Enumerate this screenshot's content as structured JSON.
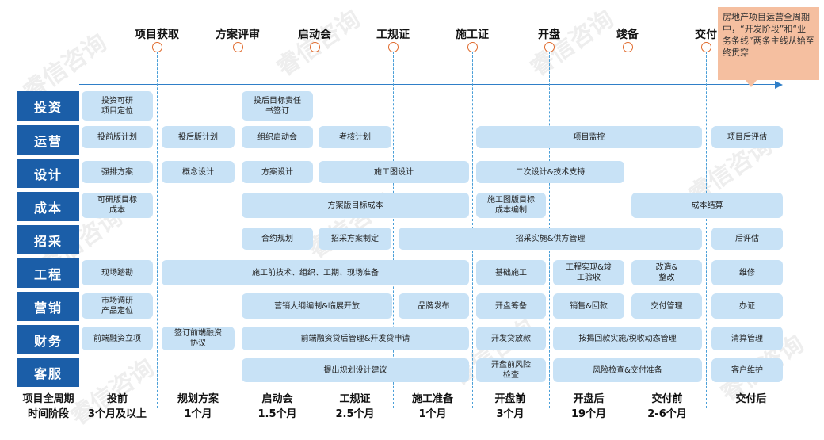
{
  "watermark": "睿信咨询",
  "milestones": [
    "项目获取",
    "方案评审",
    "启动会",
    "工规证",
    "施工证",
    "开盘",
    "竣备",
    "交付"
  ],
  "callout": "房地产项目运营全周期中，“开发阶段”和“业务条线”两条主线从始至终贯穿",
  "categories": [
    "投资",
    "运营",
    "设计",
    "成本",
    "招采",
    "工程",
    "营销",
    "财务",
    "客服"
  ],
  "boxes": {
    "r0": [
      "投资可研\n项目定位",
      "投后目标责任\n书签订"
    ],
    "r1": [
      "投前版计划",
      "投后版计划",
      "组织启动会",
      "考核计划",
      "项目监控",
      "项目后评估"
    ],
    "r2": [
      "强排方案",
      "概念设计",
      "方案设计",
      "施工图设计",
      "二次设计&技术支持"
    ],
    "r3": [
      "可研版目标\n成本",
      "方案版目标成本",
      "施工图版目标\n成本编制",
      "成本结算"
    ],
    "r4": [
      "合约规划",
      "招采方案制定",
      "招采实施&供方管理",
      "后评估"
    ],
    "r5": [
      "现场踏勘",
      "施工前技术、组织、工期、现场准备",
      "基础施工",
      "工程实现&竣\n工验收",
      "改造&\n整改",
      "维修"
    ],
    "r6": [
      "市场调研\n产品定位",
      "营销大纲编制&临展开放",
      "品牌发布",
      "开盘筹备",
      "销售&回款",
      "交付管理",
      "办证"
    ],
    "r7": [
      "前端融资立项",
      "签订前端融资\n协议",
      "前端融资贷后管理&开发贷申请",
      "开发贷放款",
      "按揭回款实施/税收动态管理",
      "清算管理"
    ],
    "r8": [
      "提出规划设计建议",
      "开盘前风险\n检查",
      "风险检查&交付准备",
      "客户维护"
    ]
  },
  "phases": [
    {
      "line1": "项目全周期",
      "line2": "时间阶段"
    },
    {
      "line1": "投前",
      "line2": "3个月及以上"
    },
    {
      "line1": "规划方案",
      "line2": "1个月"
    },
    {
      "line1": "启动会",
      "line2": "1.5个月"
    },
    {
      "line1": "工规证",
      "line2": "2.5个月"
    },
    {
      "line1": "施工准备",
      "line2": "1个月"
    },
    {
      "line1": "开盘前",
      "line2": "3个月"
    },
    {
      "line1": "开盘后",
      "line2": "19个月"
    },
    {
      "line1": "交付前",
      "line2": "2-6个月"
    },
    {
      "line1": "交付后",
      "line2": ""
    }
  ],
  "colors": {
    "category": "#1b5ea8",
    "box": "#c8e2f6",
    "accent": "#e06a2c",
    "line": "#4a9fd8",
    "callout": "#f5bfa0"
  }
}
